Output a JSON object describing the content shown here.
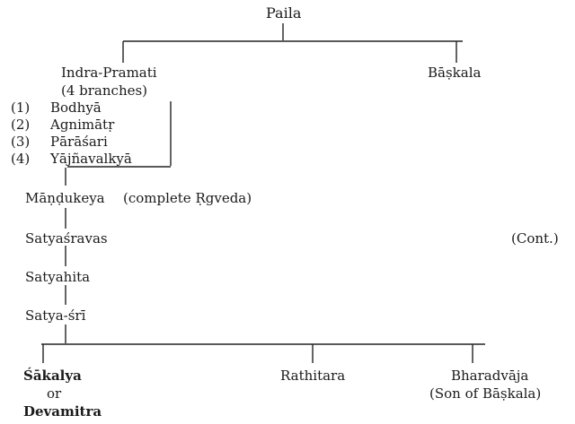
{
  "tree": {
    "root": "Paila",
    "indra": {
      "name": "Indra-Pramati",
      "note": "(4 branches)"
    },
    "baskala": "Bāṣkala",
    "branches": [
      {
        "num": "(1)",
        "name": "Bodhyā"
      },
      {
        "num": "(2)",
        "name": "Agnimātṛ"
      },
      {
        "num": "(3)",
        "name": "Pārāśari"
      },
      {
        "num": "(4)",
        "name": "Yājñavalkyā"
      }
    ],
    "mandukeya": "Māṇḍukeya",
    "mandukeya_note": "(complete Ṛgveda)",
    "satyasravas": "Satyaśravas",
    "cont": "(Cont.)",
    "satyahita": "Satyahita",
    "satyasri": "Satya-śrī",
    "sakalya": {
      "name": "Śākalya",
      "or": "or",
      "alt": "Devamitra"
    },
    "rathitara": "Rathitara",
    "bharadvaja": {
      "name": "Bharadvāja",
      "note": "(Son of Bāṣkala)"
    }
  }
}
